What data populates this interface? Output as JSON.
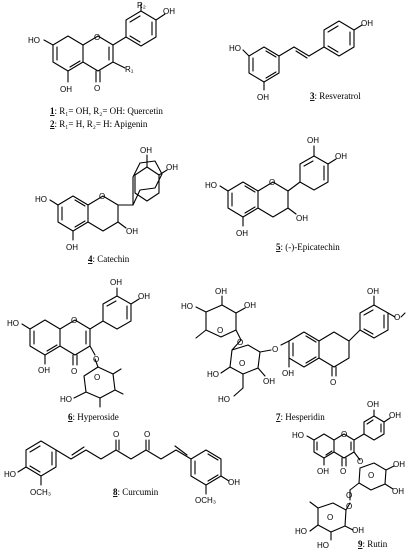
{
  "structures": [
    {
      "id": "quercetin-apigenin",
      "labels": {
        "r2": "R₂",
        "oh_a": "OH",
        "ho_a": "HO",
        "o_ring": "O",
        "r1": "R₁",
        "oh_b": "OH",
        "o_keto": "O"
      },
      "caption_line1": {
        "num": "1",
        "text": ": R₁= OH, R₂= OH: Quercetin"
      },
      "caption_line2": {
        "num": "2",
        "text": ": R₁= H, R₂= H: Apigenin"
      }
    },
    {
      "id": "resveratrol",
      "labels": {
        "ho_a": "HO",
        "oh_a": "OH",
        "oh_b": "OH"
      },
      "caption": {
        "num": "3",
        "text": ": Resveratrol"
      }
    },
    {
      "id": "catechin",
      "labels": {
        "oh_a": "OH",
        "oh_b": "OH",
        "ho_a": "HO",
        "o_ring": "O",
        "oh_c": "OH",
        "oh_d": "OH"
      },
      "caption": {
        "num": "4",
        "text": ": Catechin"
      }
    },
    {
      "id": "epicatechin",
      "labels": {
        "oh_a": "OH",
        "oh_b": "OH",
        "ho_a": "HO",
        "o_ring": "O",
        "oh_c": "OH",
        "oh_d": "OH"
      },
      "caption": {
        "num": "5",
        "text": ": (-)-Epicatechin"
      }
    },
    {
      "id": "hyperoside",
      "labels": {
        "oh_a": "OH",
        "oh_b": "OH",
        "ho_a": "HO",
        "o_ring": "O",
        "oh_c": "OH",
        "o_keto": "O",
        "o_glyc": "O",
        "ho_b": "HO",
        "o_sugar": "O"
      },
      "caption": {
        "num": "6",
        "text": ": Hyperoside"
      }
    },
    {
      "id": "hesperidin",
      "labels": {
        "ho_a": "HO",
        "oh_a": "OH",
        "o_rham": "O",
        "oh_b": "OH",
        "o_link": "O",
        "ho_b": "HO",
        "o_glc": "O",
        "o_agly": "O",
        "oh_c": "OH",
        "o_keto": "O",
        "oh_d": "OH",
        "ho_c": "HO",
        "oh_e": "OH",
        "o_me": "O"
      },
      "caption": {
        "num": "7",
        "text": ": Hesperidin"
      }
    },
    {
      "id": "curcumin",
      "labels": {
        "o_a": "O",
        "o_b": "O",
        "ho_a": "HO",
        "och3_a": "OCH₃",
        "och3_b": "OCH₃",
        "oh_a": "OH"
      },
      "caption": {
        "num": "8",
        "text": ": Curcumin"
      }
    },
    {
      "id": "rutin",
      "labels": {
        "oh_a": "OH",
        "oh_b": "OH",
        "ho_a": "HO",
        "o_ring": "O",
        "oh_c": "OH",
        "o_keto": "O",
        "o_glyc": "O",
        "o_glc": "O",
        "oh_d": "OH",
        "oh_e": "OH",
        "o_link": "O",
        "o_rha": "O",
        "ho_b": "HO",
        "ho_c": "HO",
        "oh_f": "OH",
        "o_bridge": "O"
      },
      "caption": {
        "num": "9",
        "text": ": Rutin"
      }
    }
  ]
}
